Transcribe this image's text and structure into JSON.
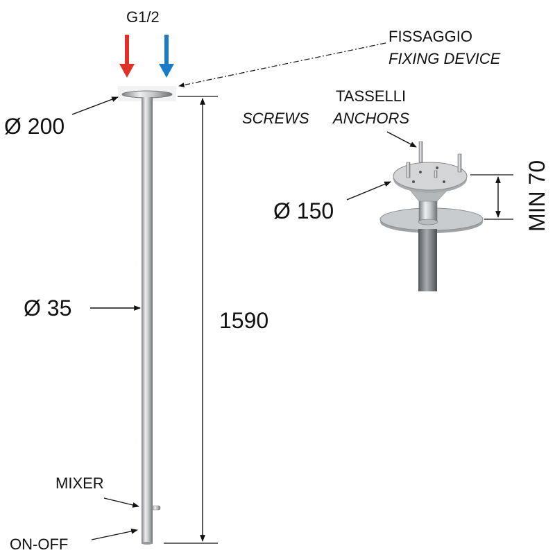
{
  "labels": {
    "inlet": "G1/2",
    "fixing_it": "FISSAGGIO",
    "fixing_en": "FIXING DEVICE",
    "anchors_it": "TASSELLI",
    "screws_en": "SCREWS",
    "anchors_en": "ANCHORS",
    "flange_diameter": "Ø 200",
    "plate_diameter": "Ø 150",
    "pipe_diameter": "Ø 35",
    "min_height": "MIN 70",
    "length": "1590",
    "mixer": "MIXER",
    "onoff": "ON-OFF"
  },
  "colors": {
    "hot": "#e0302a",
    "cold": "#1a7cc8",
    "steel_dark": "#8a8d90",
    "steel_light": "#e8eaec",
    "plate": "#c4c7ca",
    "line": "#111111"
  },
  "icons": {
    "hot_water": "red-arrow-down-icon",
    "cold_water": "blue-arrow-down-icon"
  }
}
